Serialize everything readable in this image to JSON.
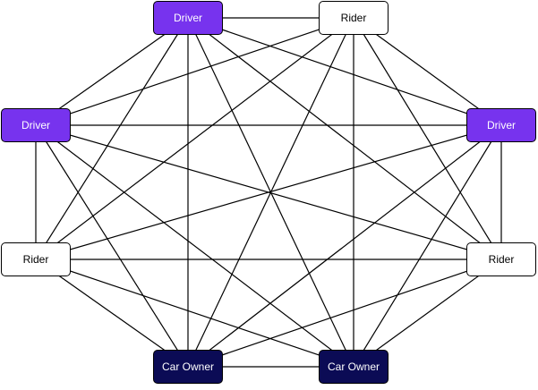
{
  "diagram": {
    "nodes": [
      {
        "id": "n0",
        "role": "driver",
        "label": "Driver"
      },
      {
        "id": "n1",
        "role": "rider",
        "label": "Rider"
      },
      {
        "id": "n2",
        "role": "driver",
        "label": "Driver"
      },
      {
        "id": "n3",
        "role": "driver",
        "label": "Driver"
      },
      {
        "id": "n4",
        "role": "rider",
        "label": "Rider"
      },
      {
        "id": "n5",
        "role": "rider",
        "label": "Rider"
      },
      {
        "id": "n6",
        "role": "owner",
        "label": "Car Owner"
      },
      {
        "id": "n7",
        "role": "owner",
        "label": "Car Owner"
      }
    ],
    "edges": [
      [
        "n0",
        "n1"
      ],
      [
        "n0",
        "n2"
      ],
      [
        "n0",
        "n3"
      ],
      [
        "n0",
        "n4"
      ],
      [
        "n0",
        "n5"
      ],
      [
        "n0",
        "n6"
      ],
      [
        "n0",
        "n7"
      ],
      [
        "n1",
        "n2"
      ],
      [
        "n1",
        "n3"
      ],
      [
        "n1",
        "n4"
      ],
      [
        "n1",
        "n5"
      ],
      [
        "n1",
        "n6"
      ],
      [
        "n1",
        "n7"
      ],
      [
        "n2",
        "n3"
      ],
      [
        "n2",
        "n4"
      ],
      [
        "n2",
        "n5"
      ],
      [
        "n2",
        "n6"
      ],
      [
        "n2",
        "n7"
      ],
      [
        "n3",
        "n4"
      ],
      [
        "n3",
        "n5"
      ],
      [
        "n3",
        "n6"
      ],
      [
        "n3",
        "n7"
      ],
      [
        "n4",
        "n5"
      ],
      [
        "n4",
        "n6"
      ],
      [
        "n4",
        "n7"
      ],
      [
        "n5",
        "n6"
      ],
      [
        "n5",
        "n7"
      ],
      [
        "n6",
        "n7"
      ]
    ],
    "colors": {
      "driver_fill": "#7733ee",
      "rider_fill": "#ffffff",
      "owner_fill": "#0b0b55",
      "edge": "#000000",
      "border": "#000000"
    }
  }
}
